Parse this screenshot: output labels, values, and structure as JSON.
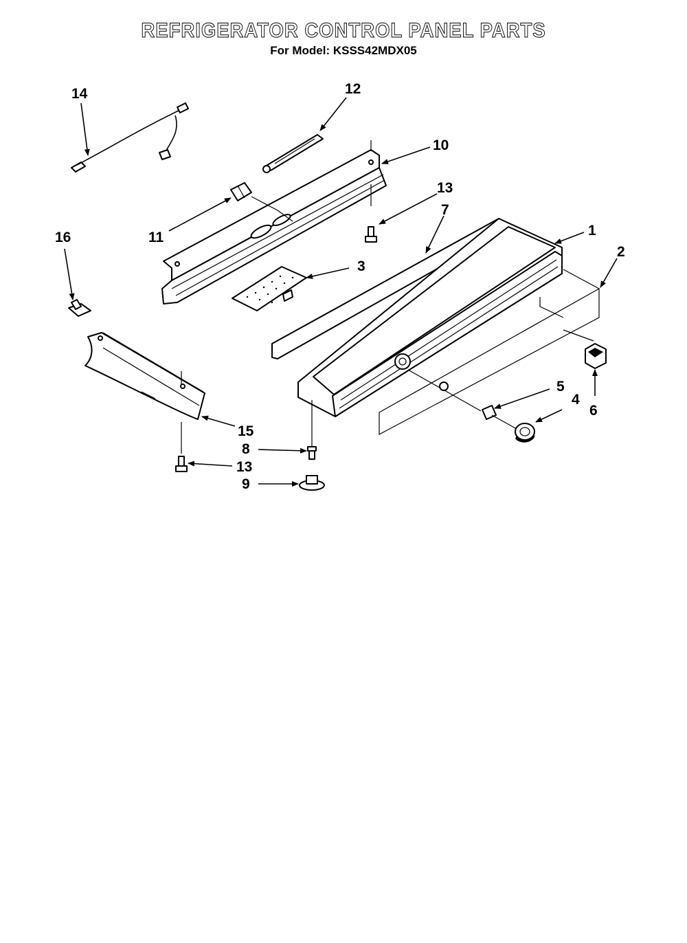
{
  "header": {
    "title": "REFRIGERATOR CONTROL PANEL PARTS",
    "subtitle": "For Model: KSSS42MDX05"
  },
  "callouts": {
    "c1": "1",
    "c2": "2",
    "c3": "3",
    "c4": "4",
    "c5": "5",
    "c6": "6",
    "c7": "7",
    "c8": "8",
    "c9": "9",
    "c10": "10",
    "c11": "11",
    "c12": "12",
    "c13a": "13",
    "c13b": "13",
    "c14": "14",
    "c15": "15",
    "c16": "16"
  }
}
